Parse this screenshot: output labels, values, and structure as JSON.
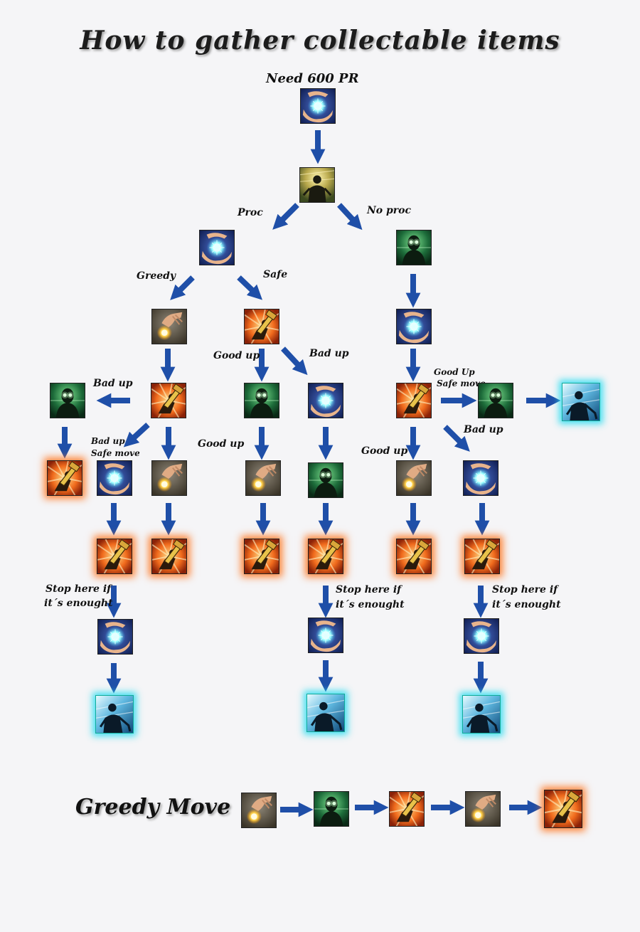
{
  "title": "How to gather collectable items",
  "labels": {
    "need": "Need 600 PR",
    "proc": "Proc",
    "no_proc": "No proc",
    "greedy": "Greedy",
    "safe": "Safe",
    "good_up": "Good up",
    "good_up_cap": "Good Up",
    "bad_up": "Bad up",
    "safe_move": "Safe move",
    "stop_line1": "Stop here if",
    "stop_line2": "it´s enought",
    "greedy_move": "Greedy Move"
  },
  "icon_types": {
    "hands": "hands-orb-icon",
    "silhouette": "golden-silhouette-icon",
    "glow": "glowing-eyes-figure-icon",
    "hammer": "hammer-strike-icon",
    "orb": "hand-light-orb-icon",
    "collect": "collect-figure-icon"
  },
  "colors": {
    "arrow": "#1f4fa8",
    "glow_orange": "#ff6e14",
    "glow_cyan": "#28dcf0"
  }
}
